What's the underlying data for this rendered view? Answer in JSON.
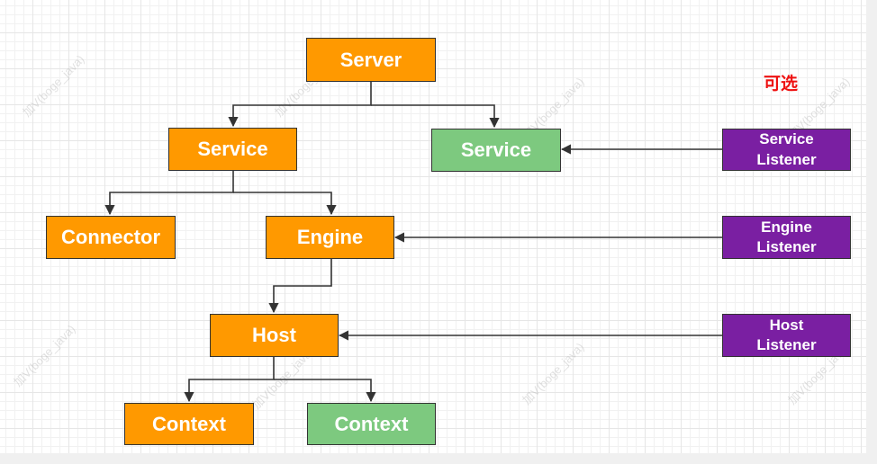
{
  "nodes": {
    "server": "Server",
    "service_left": "Service",
    "service_right": "Service",
    "connector": "Connector",
    "engine": "Engine",
    "host": "Host",
    "context_left": "Context",
    "context_right": "Context",
    "service_listener": "Service Listener",
    "engine_listener": "Engine Listener",
    "host_listener": "Host Listener"
  },
  "optional_label": "可选",
  "watermark_text": "加V(boge_java)",
  "colors": {
    "component": "#ff9900",
    "optional_component": "#7dc97f",
    "listener": "#7a1fa2",
    "optional_label": "#ee1111",
    "connector_line": "#333333"
  }
}
